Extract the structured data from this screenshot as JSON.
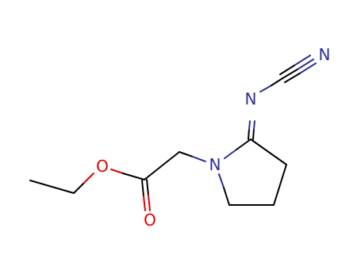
{
  "molecule": {
    "atoms": [
      {
        "id": "c_methyl",
        "label": ""
      },
      {
        "id": "c_ethyl",
        "label": ""
      },
      {
        "id": "o_ether",
        "label": "O",
        "color": "#e00000"
      },
      {
        "id": "c_carbonyl",
        "label": ""
      },
      {
        "id": "o_carbonyl",
        "label": "O",
        "color": "#e00000"
      },
      {
        "id": "c_alpha",
        "label": ""
      },
      {
        "id": "n_ring",
        "label": "N",
        "color": "#2c2c9c"
      },
      {
        "id": "c_ring2",
        "label": ""
      },
      {
        "id": "c_ring3",
        "label": ""
      },
      {
        "id": "c_ring4",
        "label": ""
      },
      {
        "id": "c_ring5",
        "label": ""
      },
      {
        "id": "n_imine",
        "label": "N",
        "color": "#2c2c9c"
      },
      {
        "id": "c_nitrile",
        "label": ""
      },
      {
        "id": "n_nitrile",
        "label": "N",
        "color": "#2c2c9c"
      }
    ],
    "bond_color": "#000000",
    "colors": {
      "oxygen": "#e00000",
      "nitrogen": "#2c2c9c",
      "carbon": "#000000",
      "background": "#ffffff"
    }
  }
}
